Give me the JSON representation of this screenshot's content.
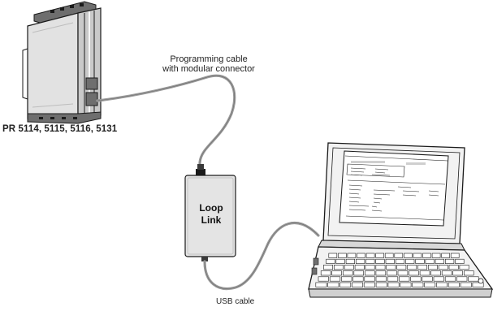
{
  "labels": {
    "programming_cable_line1": "Programming cable",
    "programming_cable_line2": "with modular connector",
    "models": "PR 5114, 5115, 5116, 5131",
    "usb_cable": "USB cable",
    "loop_link_line1": "Loop",
    "loop_link_line2": "Link"
  },
  "colors": {
    "outline": "#1a1a1a",
    "cable": "#9a9a9a",
    "device_face": "#c9c9c9",
    "device_side": "#e2e2e2",
    "device_dark": "#6e6e6e",
    "loop_link_fill": "#e4e4e4",
    "laptop_body": "#f2f2f2",
    "screen_bg": "#ffffff"
  }
}
